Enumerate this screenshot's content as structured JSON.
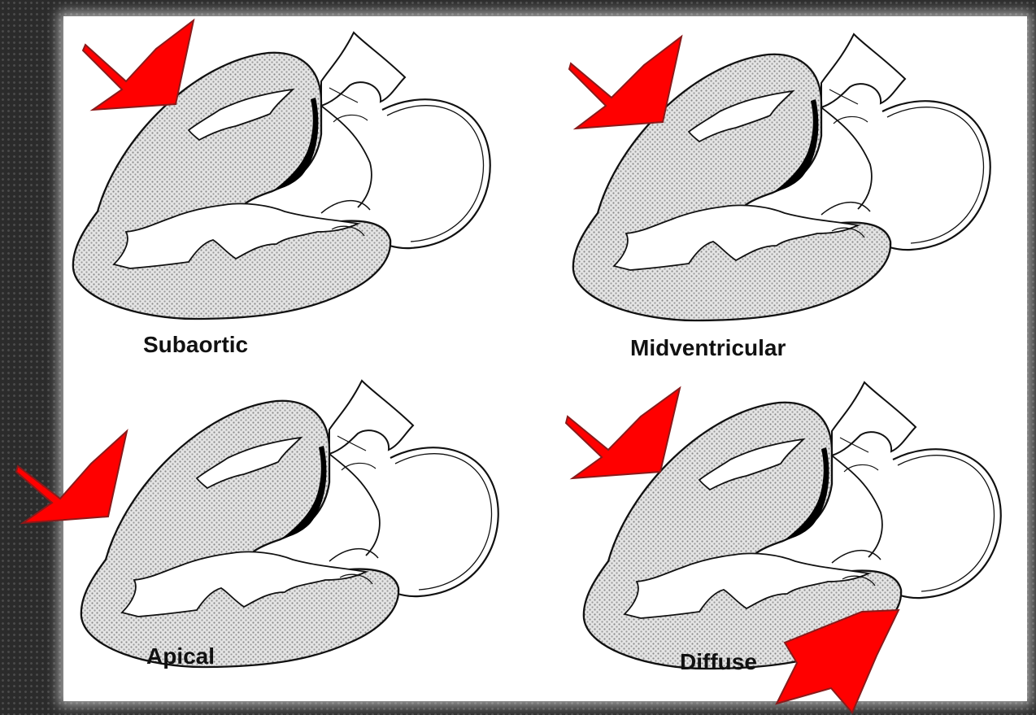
{
  "panels": [
    {
      "id": "subaortic",
      "label": "Subaortic"
    },
    {
      "id": "midventricular",
      "label": "Midventricular"
    },
    {
      "id": "apical",
      "label": "Apical"
    },
    {
      "id": "diffuse",
      "label": "Diffuse"
    }
  ],
  "colors": {
    "arrow": "#ff0000",
    "background": "#2b2b2b",
    "panel": "#ffffff"
  }
}
